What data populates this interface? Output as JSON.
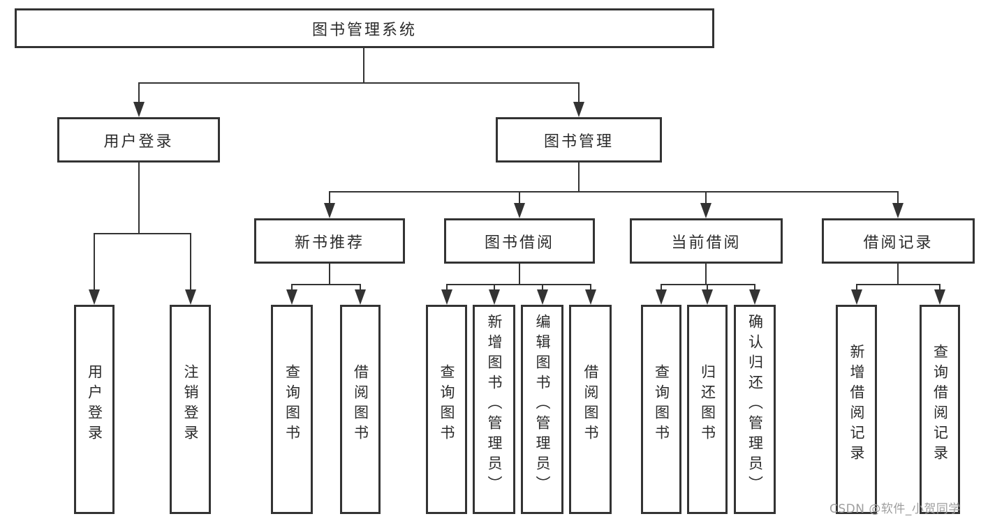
{
  "tree": {
    "root": {
      "label": "图书管理系统"
    },
    "branches": [
      {
        "label": "用户登录",
        "leaves": [
          {
            "label": "用户登录"
          },
          {
            "label": "注销登录"
          }
        ]
      },
      {
        "label": "图书管理",
        "groups": [
          {
            "label": "新书推荐",
            "leaves": [
              {
                "label": "查询图书"
              },
              {
                "label": "借阅图书"
              }
            ]
          },
          {
            "label": "图书借阅",
            "leaves": [
              {
                "label": "查询图书"
              },
              {
                "label": "新增图书（管理员）"
              },
              {
                "label": "编辑图书（管理员）"
              },
              {
                "label": "借阅图书"
              }
            ]
          },
          {
            "label": "当前借阅",
            "leaves": [
              {
                "label": "查询图书"
              },
              {
                "label": "归还图书"
              },
              {
                "label": "确认归还（管理员）"
              }
            ]
          },
          {
            "label": "借阅记录",
            "leaves": [
              {
                "label": "新增借阅记录"
              },
              {
                "label": "查询借阅记录"
              }
            ]
          }
        ]
      }
    ]
  },
  "watermark": {
    "text": "CSDN @软件_小贺同学"
  },
  "colors": {
    "line": "#333333",
    "text": "#2b2b2b",
    "watermark": "#9e9e9e",
    "background": "#ffffff"
  }
}
